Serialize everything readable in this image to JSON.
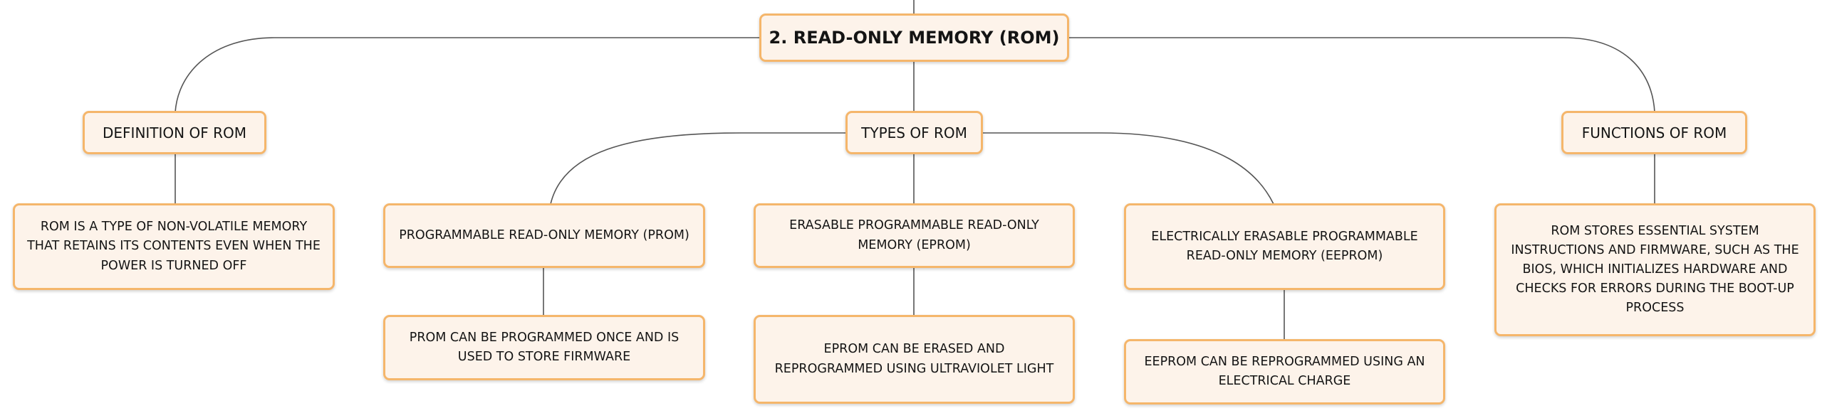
{
  "nodes": {
    "root": "2. READ-ONLY MEMORY (ROM)",
    "definition": "DEFINITION OF ROM",
    "definition_text": "ROM IS A TYPE OF NON-VOLATILE MEMORY THAT RETAINS ITS CONTENTS EVEN WHEN THE POWER IS TURNED OFF",
    "types": "TYPES OF ROM",
    "prom": "PROGRAMMABLE READ-ONLY MEMORY (PROM)",
    "prom_text": "PROM CAN BE PROGRAMMED ONCE AND IS USED TO STORE FIRMWARE",
    "eprom": "ERASABLE PROGRAMMABLE READ-ONLY MEMORY (EPROM)",
    "eprom_text": "EPROM CAN BE ERASED AND REPROGRAMMED USING ULTRAVIOLET LIGHT",
    "eeprom": "ELECTRICALLY ERASABLE PROGRAMMABLE READ-ONLY MEMORY (EEPROM)",
    "eeprom_text": "EEPROM CAN BE REPROGRAMMED USING AN ELECTRICAL CHARGE",
    "functions": "FUNCTIONS OF ROM",
    "functions_text": "ROM STORES ESSENTIAL SYSTEM INSTRUCTIONS AND FIRMWARE, SUCH AS THE BIOS, WHICH INITIALIZES HARDWARE AND CHECKS FOR ERRORS DURING THE BOOT-UP PROCESS"
  },
  "colors": {
    "node_fill": "#fdf3ea",
    "node_border": "#f5b66b",
    "connector": "#555555",
    "text": "#141414"
  }
}
